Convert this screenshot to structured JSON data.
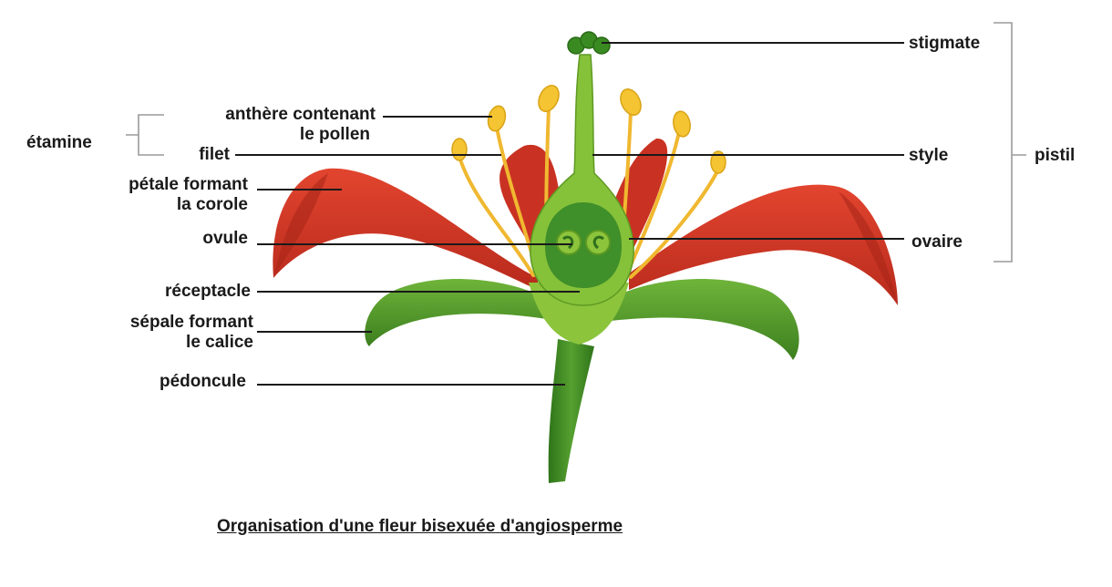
{
  "caption": "Organisation d'une fleur bisexuée d'angiosperme",
  "labels": {
    "stigmate": "stigmate",
    "anthere_l1": "anthère contenant",
    "anthere_l2": "le pollen",
    "etamine": "étamine",
    "filet": "filet",
    "style": "style",
    "pistil": "pistil",
    "petale_l1": "pétale formant",
    "petale_l2": "la corole",
    "ovule": "ovule",
    "ovaire": "ovaire",
    "receptacle": "réceptacle",
    "sepale_l1": "sépale formant",
    "sepale_l2": "le calice",
    "pedoncule": "pédoncule"
  },
  "colors": {
    "petal": "#d8372a",
    "petal_dark": "#a72418",
    "sepal": "#4f9a2a",
    "pistil": "#7fb832",
    "ovary_inner": "#3f8f2a",
    "stem": "#3e8a22",
    "anther": "#f4c432",
    "filament": "#f0b830"
  }
}
